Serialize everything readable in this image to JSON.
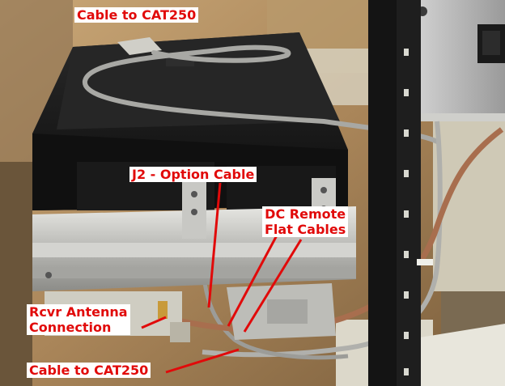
{
  "labels": {
    "cable_top": "Cable to CAT250",
    "j2_option": "J2 - Option Cable",
    "dc_remote": "DC Remote\nFlat Cables",
    "rcvr_antenna": "Rcvr Antenna\nConnection",
    "cable_bottom": "Cable to CAT250"
  },
  "colors": {
    "callout_text": "#e10a0a",
    "callout_bg": "#ffffff",
    "leader_line": "#e10a0a"
  }
}
